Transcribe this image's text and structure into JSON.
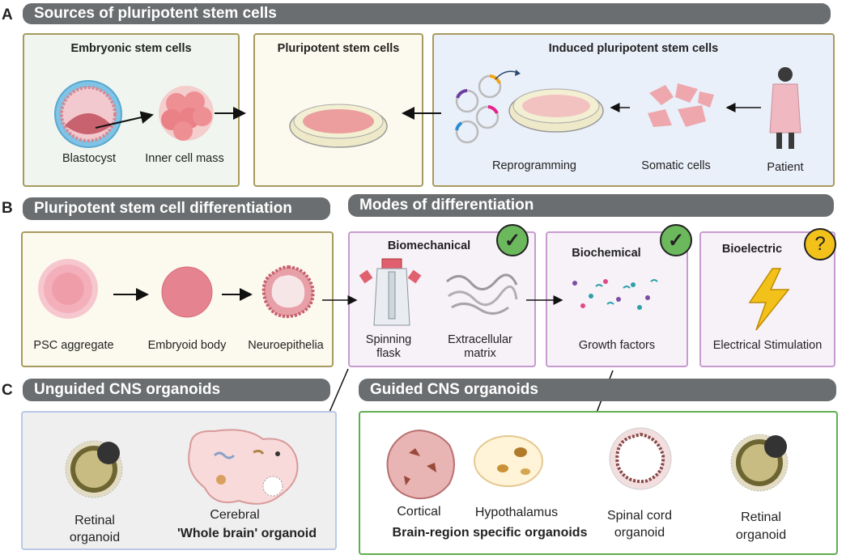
{
  "section_a": {
    "letter": "A",
    "title": "Sources of pluripotent stem cells",
    "embryonic": {
      "title": "Embryonic stem cells",
      "blastocyst": "Blastocyst",
      "inner_cell_mass": "Inner cell mass"
    },
    "pluripotent": {
      "title": "Pluripotent stem cells"
    },
    "induced": {
      "title": "Induced pluripotent stem cells",
      "reprogramming": "Reprogramming",
      "somatic": "Somatic cells",
      "patient": "Patient"
    }
  },
  "section_b": {
    "letter": "B",
    "title": "Pluripotent stem cell differentiation",
    "modes_title": "Modes of differentiation",
    "psc_aggregate": "PSC aggregate",
    "embryoid_body": "Embryoid body",
    "neuroepithelia": "Neuroepithelia",
    "biomechanical": {
      "title": "Biomechanical",
      "spinning_line1": "Spinning",
      "spinning_line2": "flask",
      "ecm_line1": "Extracellular",
      "ecm_line2": "matrix",
      "badge": "✓"
    },
    "biochemical": {
      "title": "Biochemical",
      "growth_factors": "Growth factors",
      "badge": "✓"
    },
    "bioelectric": {
      "title": "Bioelectric",
      "stimulation": "Electrical Stimulation",
      "badge": "?"
    }
  },
  "section_c": {
    "letter": "C",
    "unguided_title": "Unguided CNS organoids",
    "guided_title": "Guided CNS organoids",
    "retinal_line1": "Retinal",
    "retinal_line2": "organoid",
    "cerebral": "Cerebral",
    "whole_brain": "'Whole brain' organoid",
    "cortical": "Cortical",
    "hypothalamus": "Hypothalamus",
    "spinal_line1": "Spinal cord",
    "spinal_line2": "organoid",
    "brain_region": "Brain-region specific organoids"
  },
  "colors": {
    "header_bar": "#6b6e70",
    "check_badge": "#6cb85c",
    "question_badge": "#f2c21b",
    "guided_border": "#5fae4f",
    "biomech_border": "#c79bd0"
  }
}
